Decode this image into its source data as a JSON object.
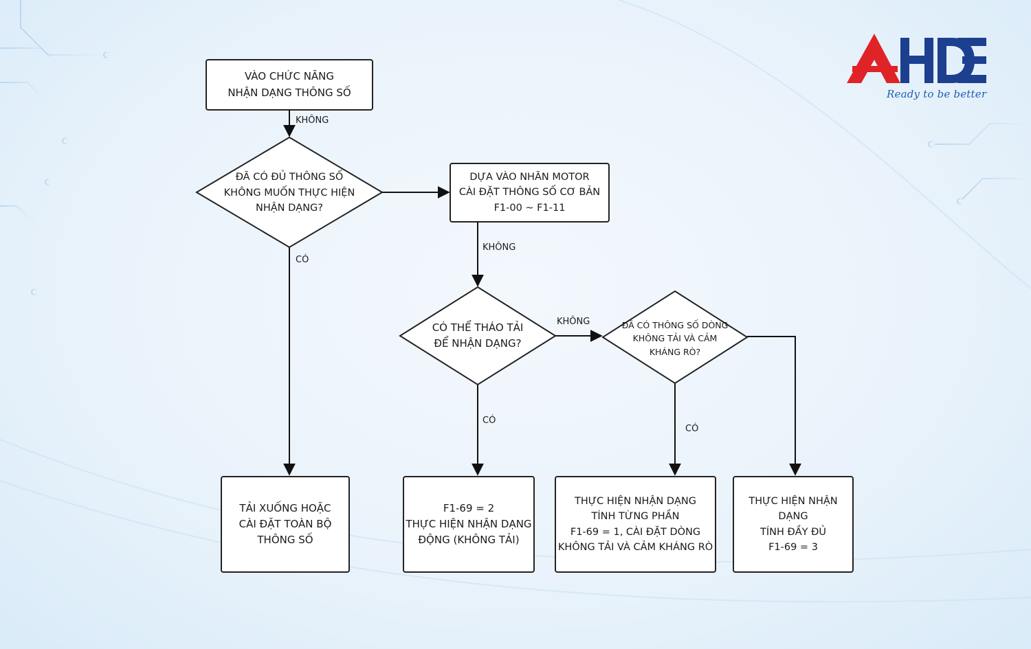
{
  "brand": {
    "logo_text": "AHDE",
    "tagline": "Ready to be better",
    "colors": {
      "red": "#e02327",
      "navy": "#1d3f8f",
      "tagline": "#1f5fb5"
    }
  },
  "nodes": {
    "start": "VÀO CHỨC NĂNG\nNHẬN DẠNG THÔNG SỐ",
    "q_have_params": "ĐÃ CÓ ĐỦ THÔNG SỐ\nKHÔNG MUỐN THỰC HIỆN\nNHẬN DẠNG?",
    "nameplate": "DỰA VÀO NHÃN MOTOR\nCÀI ĐẶT THÔNG SỐ CƠ BẢN\nF1-00 ~ F1-11",
    "q_remove_load": "CÓ THỂ THÁO TẢI\nĐỂ NHẬN DẠNG?",
    "q_have_noload": "ĐÃ CÓ THÔNG SỐ DÒNG\nKHÔNG TẢI VÀ CẢM\nKHÁNG RÒ?",
    "download": "TẢI XUỐNG HOẶC\nCÀI ĐẶT TOÀN BỘ\nTHÔNG SỐ",
    "dynamic": "F1-69 = 2\nTHỰC HIỆN NHẬN DẠNG\nĐỘNG (KHÔNG TẢI)",
    "partial": "THỰC HIỆN NHẬN DẠNG\nTÍNH TỪNG PHẦN\nF1-69 = 1, CÀI ĐẶT DÒNG\nKHÔNG TẢI VÀ CẢM KHÁNG RÒ",
    "full": "THỰC HIỆN NHẬN DẠNG\nTÍNH ĐẦY ĐỦ\nF1-69 = 3"
  },
  "edges": {
    "start_to_q1": "KHÔNG",
    "q1_yes": "CÓ",
    "nameplate_to_q2": "KHÔNG",
    "q2_no": "KHÔNG",
    "q2_yes": "CÓ",
    "q3_yes": "CÓ"
  }
}
